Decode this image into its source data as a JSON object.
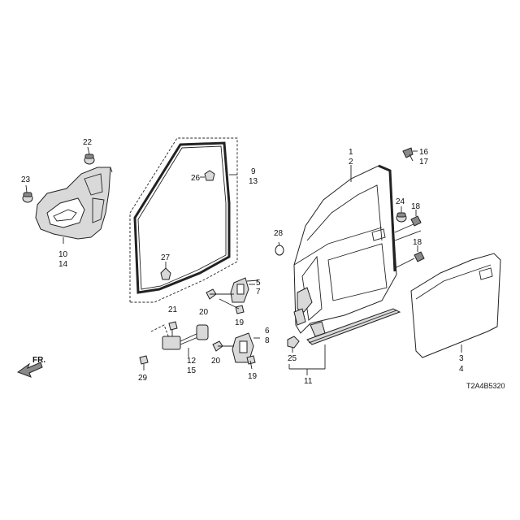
{
  "diagram": {
    "code": "T2A4B5320",
    "front_label": "FR.",
    "callouts": [
      {
        "key": "c1",
        "text": "1"
      },
      {
        "key": "c2",
        "text": "2"
      },
      {
        "key": "c3",
        "text": "3"
      },
      {
        "key": "c4",
        "text": "4"
      },
      {
        "key": "c5",
        "text": "5"
      },
      {
        "key": "c6",
        "text": "6"
      },
      {
        "key": "c7",
        "text": "7"
      },
      {
        "key": "c8",
        "text": "8"
      },
      {
        "key": "c9",
        "text": "9"
      },
      {
        "key": "c10",
        "text": "10"
      },
      {
        "key": "c11",
        "text": "11"
      },
      {
        "key": "c12",
        "text": "12"
      },
      {
        "key": "c13",
        "text": "13"
      },
      {
        "key": "c14",
        "text": "14"
      },
      {
        "key": "c15",
        "text": "15"
      },
      {
        "key": "c16",
        "text": "16"
      },
      {
        "key": "c17",
        "text": "17"
      },
      {
        "key": "c18a",
        "text": "18"
      },
      {
        "key": "c18b",
        "text": "18"
      },
      {
        "key": "c19a",
        "text": "19"
      },
      {
        "key": "c19b",
        "text": "19"
      },
      {
        "key": "c20a",
        "text": "20"
      },
      {
        "key": "c20b",
        "text": "20"
      },
      {
        "key": "c21",
        "text": "21"
      },
      {
        "key": "c22",
        "text": "22"
      },
      {
        "key": "c23",
        "text": "23"
      },
      {
        "key": "c24",
        "text": "24"
      },
      {
        "key": "c25",
        "text": "25"
      },
      {
        "key": "c26",
        "text": "26"
      },
      {
        "key": "c27",
        "text": "27"
      },
      {
        "key": "c28",
        "text": "28"
      },
      {
        "key": "c29",
        "text": "29"
      }
    ]
  }
}
